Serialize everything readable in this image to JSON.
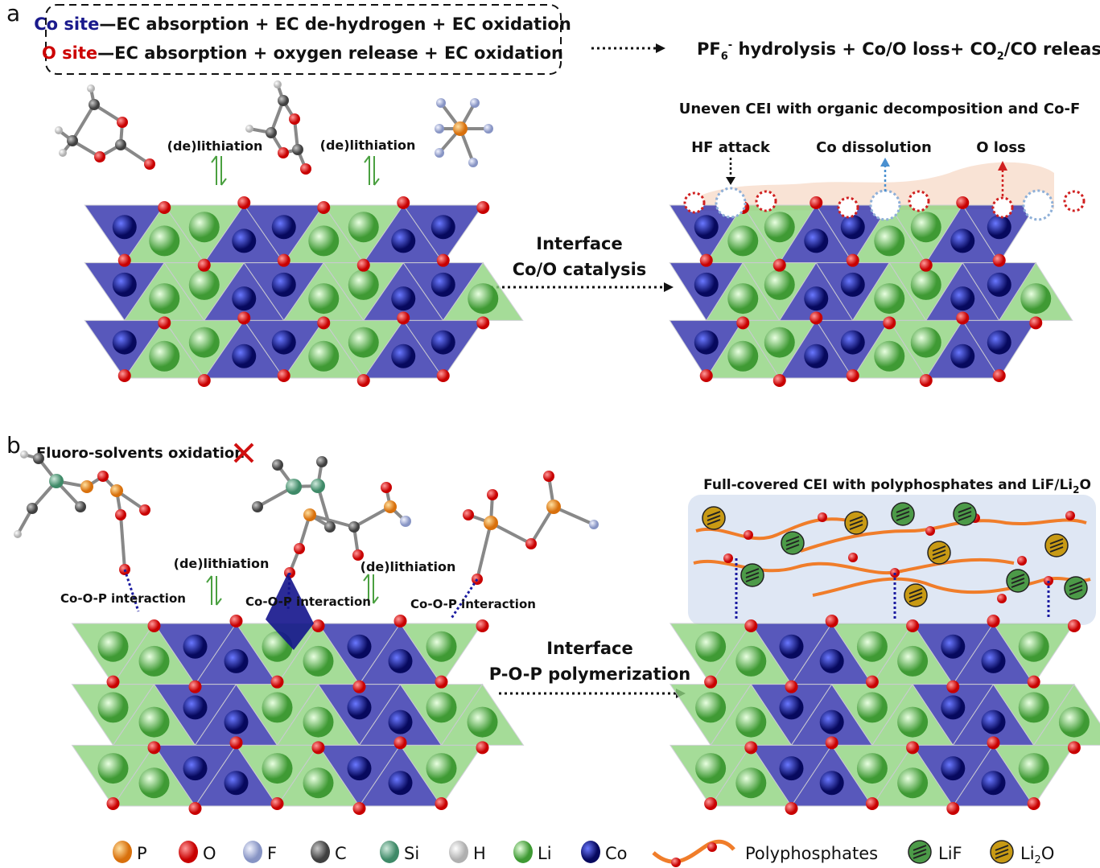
{
  "panel_a": {
    "label": "a",
    "box_line1": {
      "site": "Co site",
      "text": "—EC absorption + EC de-hydrogen +  EC oxidation"
    },
    "box_line2": {
      "site": "O site",
      "text": "—EC absorption + oxygen release + EC oxidation"
    },
    "result": {
      "pre": "PF",
      "sub": "6",
      "sup": "-",
      "mid": " hydrolysis + Co/O loss+ CO",
      "sub2": "2",
      "post": "/CO release"
    },
    "delithiation_1": "(de)lithiation",
    "delithiation_2": "(de)lithiation",
    "process_line1": "Interface",
    "process_line2": "Co/O catalysis",
    "cei_title": "Uneven CEI with organic decomposition and Co-F",
    "hf_attack": "HF attack",
    "co_dissolution": "Co dissolution",
    "o_loss": "O loss"
  },
  "panel_b": {
    "label": "b",
    "fluoro": "Fluoro-solvents oxidation",
    "delithiation_1": "(de)lithiation",
    "delithiation_2": "(de)lithiation",
    "interaction_1": "Co-O-P interaction",
    "interaction_2": "Co-O-P interaction",
    "interaction_3": "Co-O-P interaction",
    "process_line1": "Interface",
    "process_line2": "P-O-P polymerization",
    "cei_title": {
      "pre": "Full-covered CEI with polyphosphates and LiF/Li",
      "sub": "2",
      "post": "O"
    }
  },
  "legend": {
    "items": [
      {
        "label": "P",
        "color": "#e8891e"
      },
      {
        "label": "O",
        "color": "#e01818"
      },
      {
        "label": "F",
        "color": "#a9b4d8"
      },
      {
        "label": "C",
        "color": "#6a6a6a"
      },
      {
        "label": "Si",
        "color": "#5e9e80"
      },
      {
        "label": "H",
        "color": "#dcdcdc"
      },
      {
        "label": "Li",
        "color": "#5fb34f"
      },
      {
        "label": "Co",
        "color": "#10148e"
      }
    ],
    "polyphosphates": "Polyphosphates",
    "lif": "LiF",
    "li2o": {
      "pre": "Li",
      "sub": "2",
      "post": "O"
    }
  },
  "colors": {
    "co_site": "#1a1a8c",
    "o_site": "#cc0000",
    "cei_a": "#d8641c",
    "cei_b": "#2e4a9e",
    "blue_tri": "#3b3bb0",
    "green_tri": "#8fd47f",
    "chain": "#f07d2a",
    "lif": "#4c9a48",
    "li2o": "#c89a14"
  }
}
